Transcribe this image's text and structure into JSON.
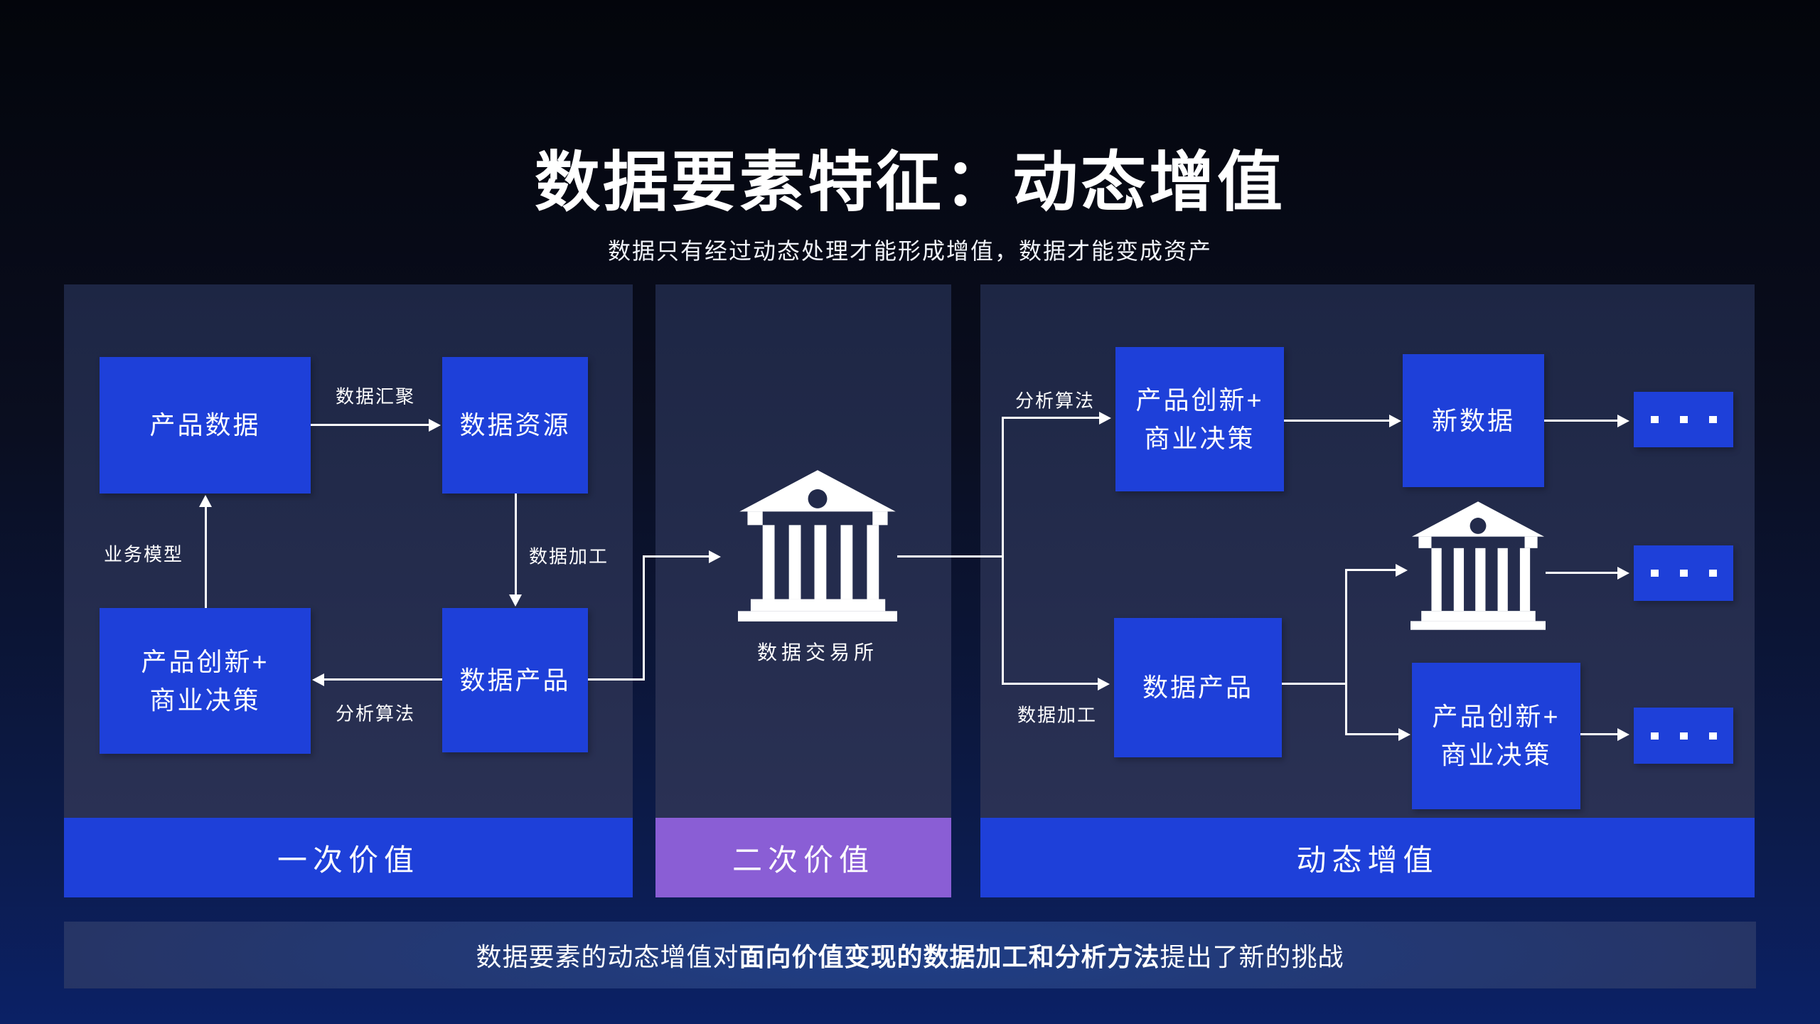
{
  "slide": {
    "title": "数据要素特征：动态增值",
    "subtitle": "数据只有经过动态处理才能形成增值，数据才能变成资产"
  },
  "left_panel": {
    "footer": "一次价值",
    "box_product_data": "产品数据",
    "box_data_resource": "数据资源",
    "box_innovation_line1": "产品创新+",
    "box_innovation_line2": "商业决策",
    "box_data_product": "数据产品",
    "label_aggregation": "数据汇聚",
    "label_business_model": "业务模型",
    "label_processing": "数据加工",
    "label_analysis": "分析算法"
  },
  "middle_panel": {
    "footer": "二次价值",
    "exchange_label": "数据交易所",
    "bank_icon": "bank-building-icon"
  },
  "right_panel": {
    "footer": "动态增值",
    "label_analysis": "分析算法",
    "label_processing": "数据加工",
    "box_innovation_top_line1": "产品创新+",
    "box_innovation_top_line2": "商业决策",
    "box_new_data": "新数据",
    "box_data_product": "数据产品",
    "box_innovation_bottom_line1": "产品创新+",
    "box_innovation_bottom_line2": "商业决策",
    "bank_icon": "bank-building-icon",
    "ellipsis_box_count": 3
  },
  "bottom_banner": {
    "text_prefix": "数据要素的动态增值对",
    "text_bold": "面向价值变现的数据加工和分析方法",
    "text_suffix": "提出了新的挑战"
  },
  "colors": {
    "accent_blue": "#1e40d9",
    "accent_purple": "#8a5ed5",
    "panel_top": "#1d2644",
    "panel_bottom": "#2a3154",
    "strip_center": "#1f3e86",
    "strip_edge": "#273463",
    "bg_top": "#03050b",
    "bg_mid": "#0a0e20",
    "bg_bottom": "#0b2166",
    "line": "#ffffff"
  }
}
